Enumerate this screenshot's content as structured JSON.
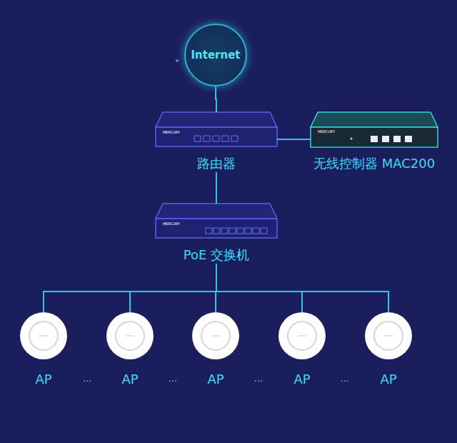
{
  "diagram": {
    "nodes": [
      {
        "text": [
          "Internet"
        ]
      },
      {
        "text": [
          "路由器"
        ]
      },
      {
        "text": [
          "无线控制器 MAC200"
        ]
      },
      {
        "text": [
          "PoE 交换机"
        ]
      },
      {
        "text": [
          "AP"
        ]
      },
      {
        "text": [
          "AP"
        ]
      },
      {
        "text": [
          "AP"
        ]
      },
      {
        "text": [
          "AP"
        ]
      },
      {
        "text": [
          "AP"
        ]
      }
    ],
    "edges": [
      {
        "from": 0,
        "to": 1,
        "arrow": "none"
      },
      {
        "from": 1,
        "to": 2,
        "arrow": "none"
      },
      {
        "from": 1,
        "to": 3,
        "arrow": "none"
      },
      {
        "from": 3,
        "to": 4,
        "arrow": "none"
      },
      {
        "from": 3,
        "to": 5,
        "arrow": "none"
      },
      {
        "from": 3,
        "to": 6,
        "arrow": "none"
      },
      {
        "from": 3,
        "to": 7,
        "arrow": "none"
      },
      {
        "from": 3,
        "to": 8,
        "arrow": "none"
      }
    ],
    "labels": [
      "MERCURY",
      "MERCURY",
      "MERCURY",
      "...",
      "...",
      "...",
      "..."
    ]
  }
}
